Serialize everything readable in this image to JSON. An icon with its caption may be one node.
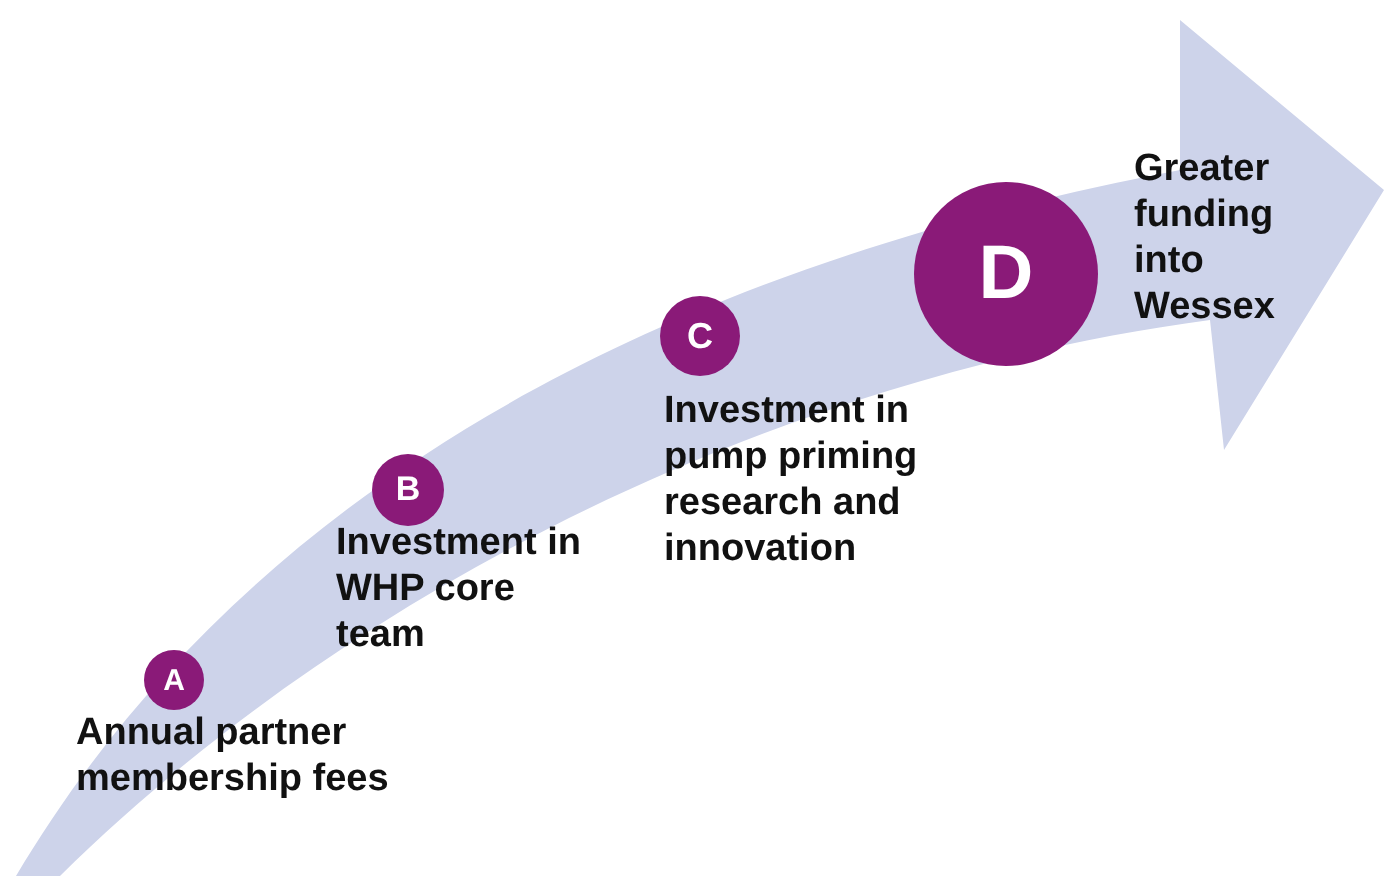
{
  "diagram": {
    "nodes": [
      {
        "text": [
          "A"
        ],
        "beside": [
          "Annual partner membership fees"
        ]
      },
      {
        "text": [
          "B"
        ],
        "beside": [
          "Investment in WHP core team"
        ]
      },
      {
        "text": [
          "C"
        ],
        "beside": [
          "Investment in pump priming research and innovation"
        ]
      },
      {
        "text": [
          "D"
        ],
        "beside": [
          "Greater funding into Wessex"
        ]
      }
    ]
  }
}
